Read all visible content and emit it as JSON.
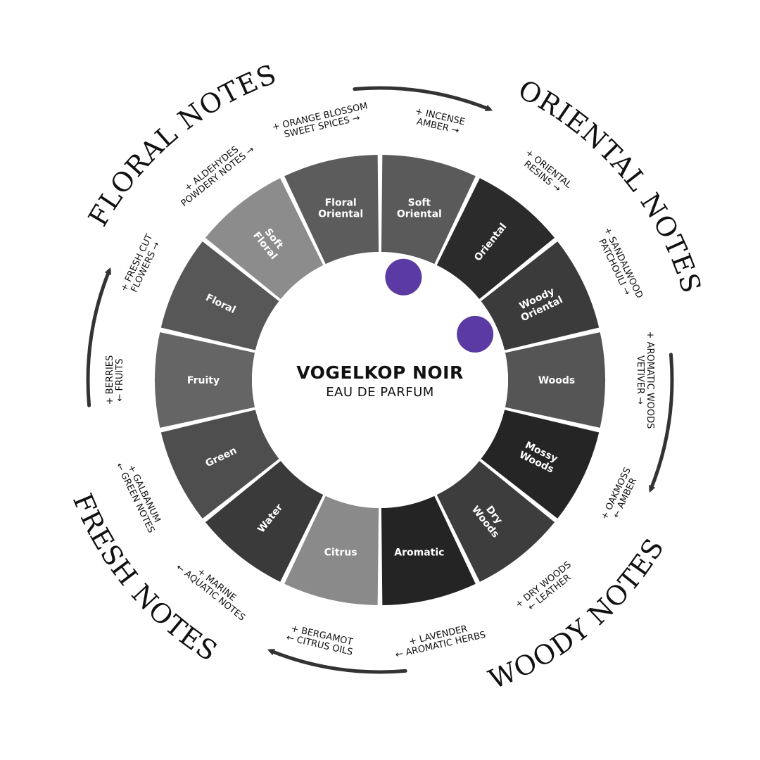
{
  "product": {
    "name": "VOGELKOP NOIR",
    "type": "EAU DE PARFUM"
  },
  "families": [
    {
      "id": "oriental",
      "label": "ORIENTAL NOTES"
    },
    {
      "id": "woody",
      "label": "WOODY NOTES"
    },
    {
      "id": "fresh",
      "label": "FRESH NOTES"
    },
    {
      "id": "floral",
      "label": "FLORAL NOTES"
    }
  ],
  "segments": [
    {
      "label": "Soft Oriental",
      "color": "#5a5a5a",
      "notes": "+ INCENSE\nAMBER →"
    },
    {
      "label": "Oriental",
      "color": "#2b2b2b",
      "notes": "+ ORIENTAL\nRESINS →"
    },
    {
      "label": "Woody Oriental",
      "color": "#3b3b3b",
      "notes": "+ SANDALWOOD\nPATCHOULI →"
    },
    {
      "label": "Woods",
      "color": "#555555",
      "notes": "+ AROMATIC WOODS\nVETIVER →"
    },
    {
      "label": "Mossy Woods",
      "color": "#252525",
      "notes": "+ OAKMOSS\n← AMBER"
    },
    {
      "label": "Dry Woods",
      "color": "#3d3d3d",
      "notes": "+ DRY WOODS\n← LEATHER"
    },
    {
      "label": "Aromatic",
      "color": "#242424",
      "notes": "+ LAVENDER\n← AROMATIC HERBS"
    },
    {
      "label": "Citrus",
      "color": "#8a8a8a",
      "notes": "+ BERGAMOT\n← CITRUS OILS"
    },
    {
      "label": "Water",
      "color": "#3a3a3a",
      "notes": "+ MARINE\n← AQUATIC NOTES"
    },
    {
      "label": "Green",
      "color": "#4e4e4e",
      "notes": "+ GALBANUM\n← GREEN NOTES"
    },
    {
      "label": "Fruity",
      "color": "#656565",
      "notes": "+ BERRIES\n← FRUITS"
    },
    {
      "label": "Floral",
      "color": "#575757",
      "notes": "+ FRESH CUT\nFLOWERS →"
    },
    {
      "label": "Soft Floral",
      "color": "#8c8c8c",
      "notes": "+ ALDEHYDES\nPOWDERY NOTES →"
    },
    {
      "label": "Floral Oriental",
      "color": "#5c5c5c",
      "notes": "+ ORANGE BLOSSOM\nSWEET SPICES →"
    }
  ],
  "markers": [
    {
      "segment": "Soft Oriental",
      "color": "#5b3aa3"
    },
    {
      "segment": "Woody Oriental",
      "color": "#5b3aa3"
    }
  ]
}
